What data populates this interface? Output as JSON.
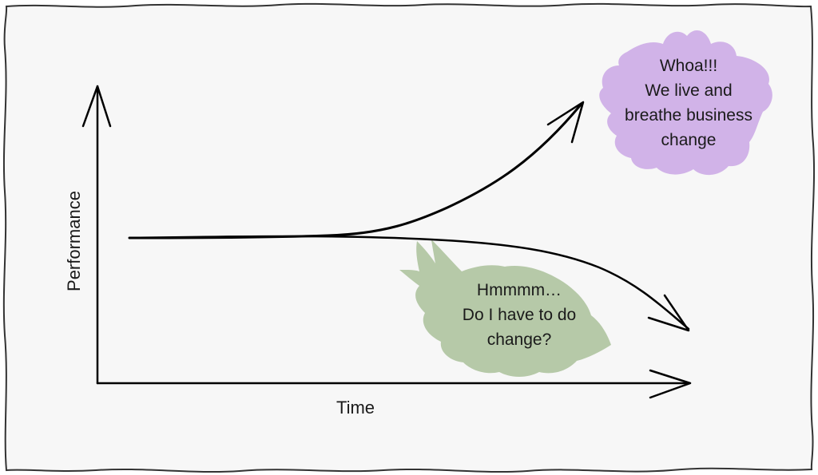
{
  "diagram": {
    "axes": {
      "y_label": "Performance",
      "x_label": "Time"
    },
    "curves": [
      {
        "name": "upward-curve",
        "trend": "rising"
      },
      {
        "name": "downward-curve",
        "trend": "declining"
      }
    ],
    "bubbles": {
      "positive": {
        "color": "#d1b3e8",
        "lines": [
          "Whoa!!!",
          "We live and",
          "breathe business",
          "change"
        ]
      },
      "hesitant": {
        "color": "#b6c9a8",
        "lines": [
          "Hmmmm…",
          "Do I have to do",
          "change?"
        ]
      }
    },
    "border_color": "#333333",
    "line_color": "#000000"
  }
}
